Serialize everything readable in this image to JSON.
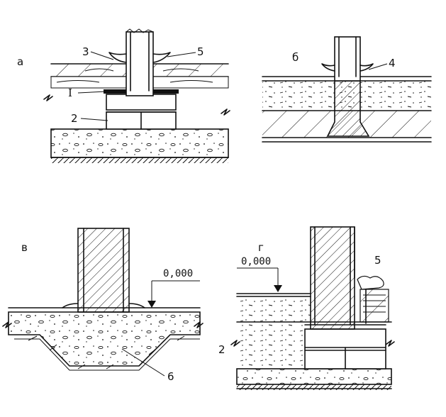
{
  "figures": {
    "a": {
      "letter": "а",
      "callouts": [
        "3",
        "5",
        "I",
        "2"
      ]
    },
    "b": {
      "letter": "б",
      "callouts": [
        "4"
      ]
    },
    "v": {
      "letter": "в",
      "elevation": "0,000",
      "callouts": [
        "6"
      ]
    },
    "g": {
      "letter": "г",
      "elevation": "0,000",
      "callouts": [
        "5",
        "2"
      ]
    }
  },
  "colors": {
    "ink": "#111111",
    "paper": "#ffffff"
  }
}
